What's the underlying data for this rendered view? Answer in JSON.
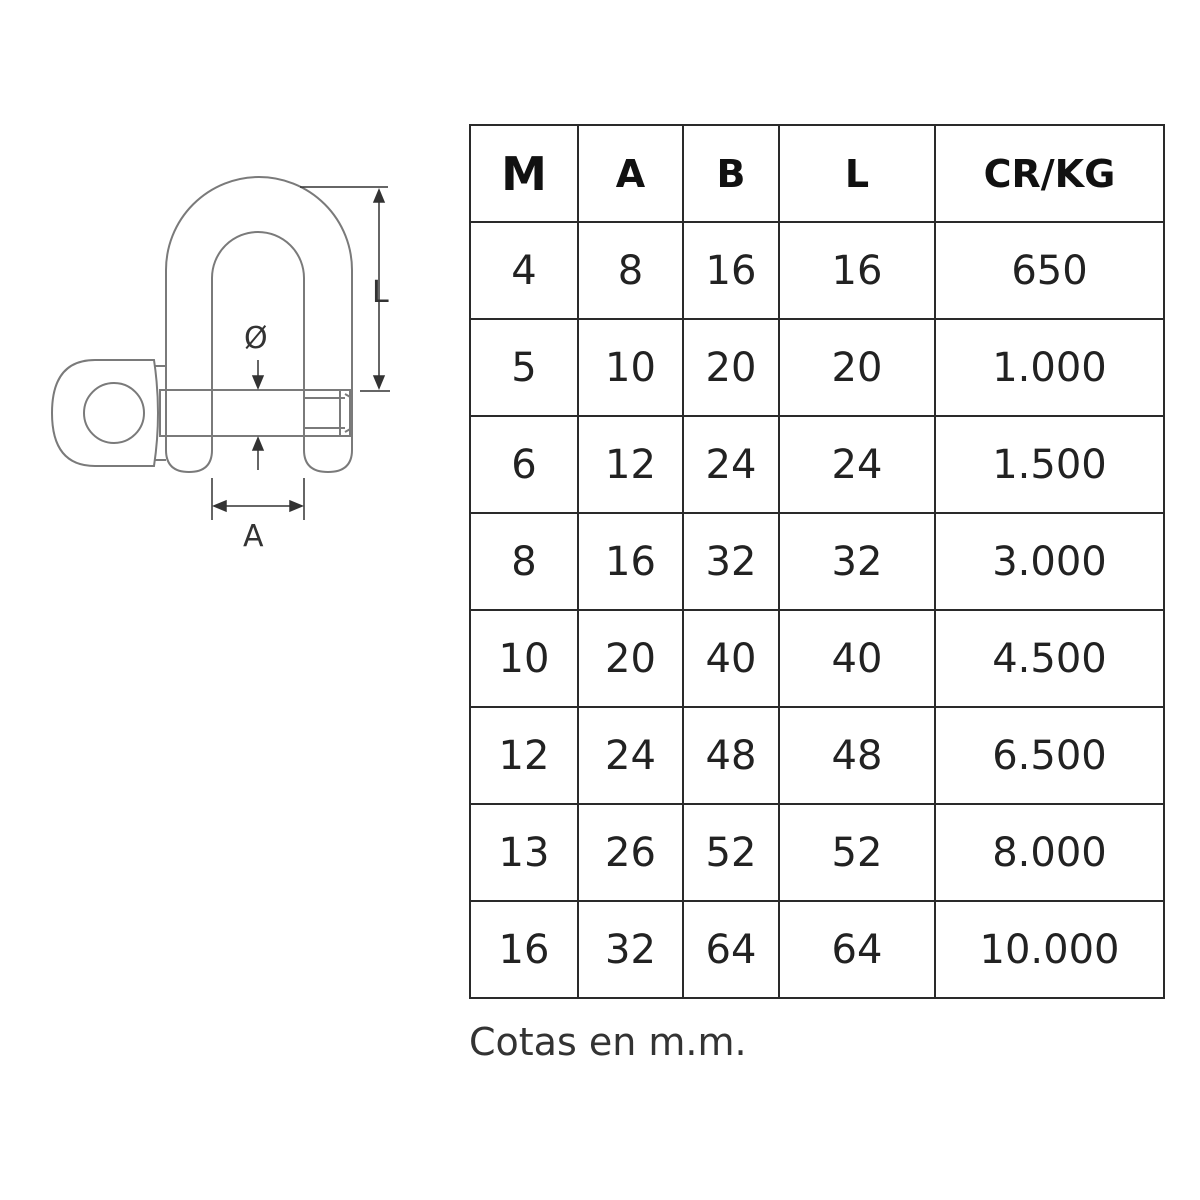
{
  "diagram": {
    "label_L": "L",
    "label_diameter": "Ø",
    "label_A": "A"
  },
  "table": {
    "headers": [
      "M",
      "A",
      "B",
      "L",
      "CR/KG"
    ],
    "rows": [
      [
        "4",
        "8",
        "16",
        "16",
        "650"
      ],
      [
        "5",
        "10",
        "20",
        "20",
        "1.000"
      ],
      [
        "6",
        "12",
        "24",
        "24",
        "1.500"
      ],
      [
        "8",
        "16",
        "32",
        "32",
        "3.000"
      ],
      [
        "10",
        "20",
        "40",
        "40",
        "4.500"
      ],
      [
        "12",
        "24",
        "48",
        "48",
        "6.500"
      ],
      [
        "13",
        "26",
        "52",
        "52",
        "8.000"
      ],
      [
        "16",
        "32",
        "64",
        "64",
        "10.000"
      ]
    ]
  },
  "footnote": "Cotas en m.m."
}
